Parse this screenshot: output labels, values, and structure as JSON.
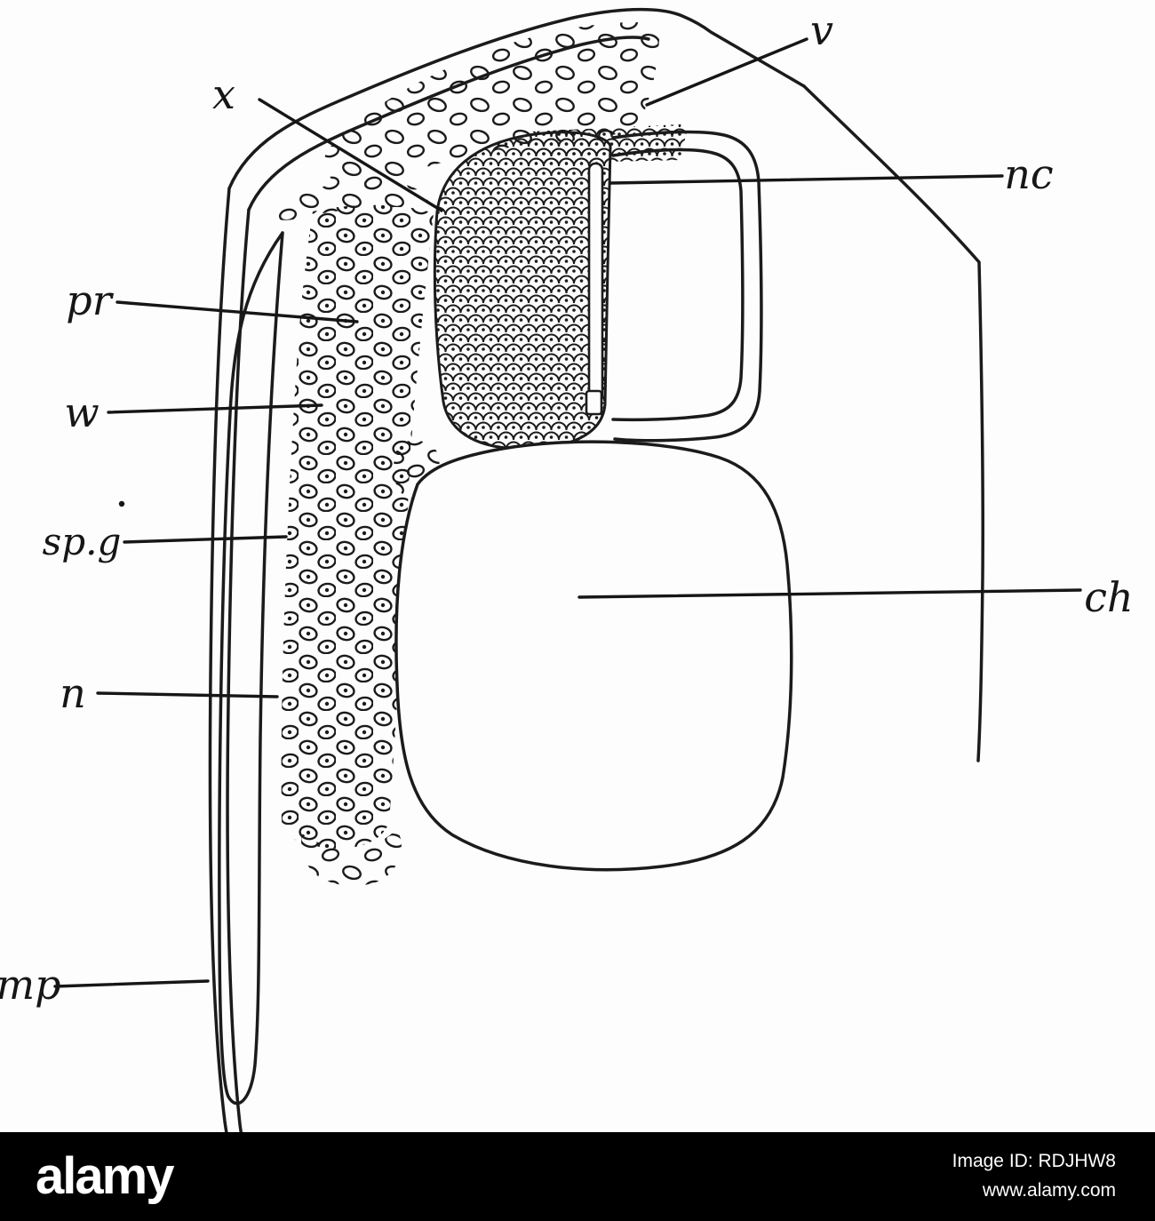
{
  "figure": {
    "description": "Hand-drawn histological cross-section diagram of an embryo trunk region",
    "labels": [
      {
        "id": "x",
        "text": "x"
      },
      {
        "id": "v",
        "text": "v"
      },
      {
        "id": "nc",
        "text": "nc"
      },
      {
        "id": "pr",
        "text": "pr"
      },
      {
        "id": "w",
        "text": "w"
      },
      {
        "id": "sp_g",
        "text": "sp.g"
      },
      {
        "id": "ch",
        "text": "ch"
      },
      {
        "id": "n",
        "text": "n"
      },
      {
        "id": "mp",
        "text": "mp"
      }
    ]
  },
  "footer": {
    "brand": "alamy",
    "image_id": "Image ID: RDJHW8",
    "website": "www.alamy.com",
    "bar_color": "#000000",
    "text_color": "#ffffff"
  }
}
